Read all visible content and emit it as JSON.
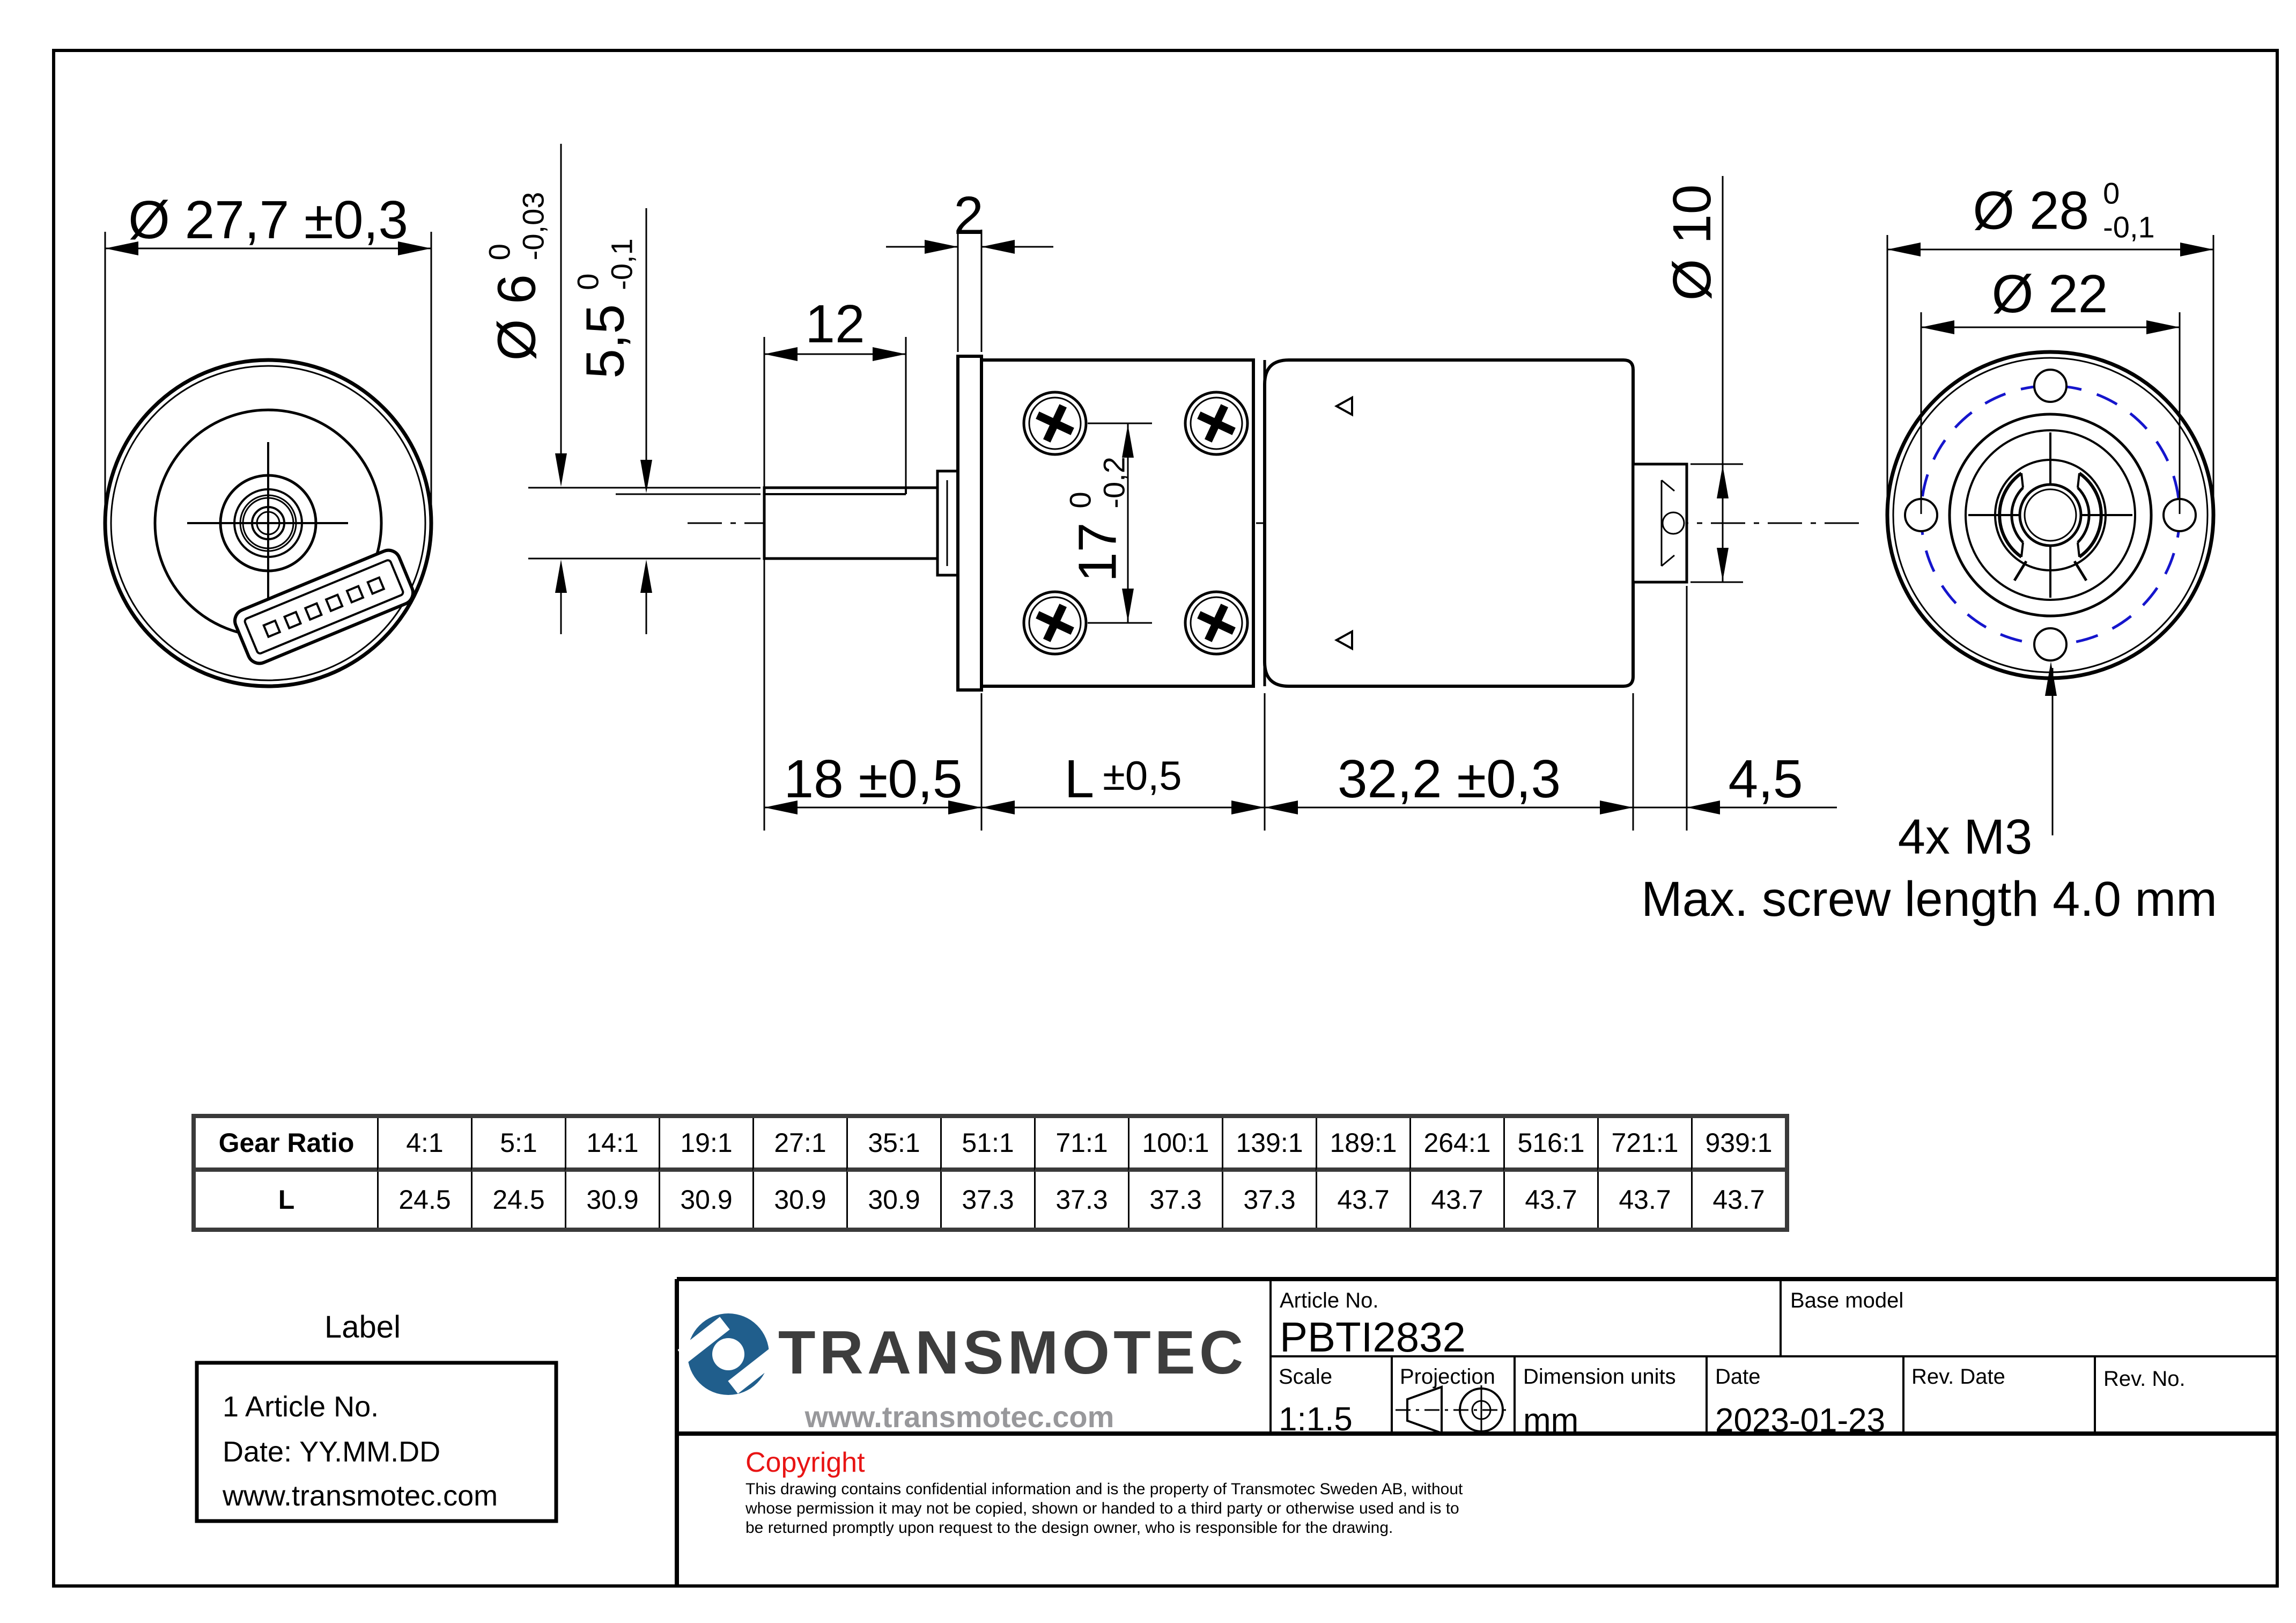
{
  "front_view": {
    "diameter": "Ø 27,7 ±0,3"
  },
  "side_view": {
    "flange_thickness": "2",
    "shaft_flat_length": "12",
    "shaft_diameter": {
      "main": "Ø 6",
      "tol_upper": "0",
      "tol_lower": "-0,03"
    },
    "shaft_flat_height": {
      "main": "5,5",
      "tol_upper": "0",
      "tol_lower": "-0,1"
    },
    "screw_spacing": {
      "main": "17",
      "tol_upper": "0",
      "tol_lower": "-0,2"
    },
    "shaft_length": "18 ±0,5",
    "gear_length": {
      "main": "L",
      "tol": "±0,5"
    },
    "motor_length": "32,2 ±0,3",
    "boss_length": "4,5",
    "boss_diameter": "Ø 10"
  },
  "rear_view": {
    "outer_diameter": {
      "main": "Ø 28",
      "tol_upper": "0",
      "tol_lower": "-0,1"
    },
    "bolt_circle_diameter": "Ø 22",
    "mount_holes": "4x M3",
    "screw_note": "Max. screw length 4.0 mm"
  },
  "gear_table": {
    "row1_header": "Gear Ratio",
    "row2_header": "L",
    "ratios": [
      "4:1",
      "5:1",
      "14:1",
      "19:1",
      "27:1",
      "35:1",
      "51:1",
      "71:1",
      "100:1",
      "139:1",
      "189:1",
      "264:1",
      "516:1",
      "721:1",
      "939:1"
    ],
    "lengths": [
      "24.5",
      "24.5",
      "30.9",
      "30.9",
      "30.9",
      "30.9",
      "37.3",
      "37.3",
      "37.3",
      "37.3",
      "43.7",
      "43.7",
      "43.7",
      "43.7",
      "43.7"
    ]
  },
  "title_block": {
    "brand": "TRANSMOTEC",
    "website": "www.transmotec.com",
    "article_label": "Article No.",
    "article_value": "PBTI2832",
    "base_model_label": "Base model",
    "scale_label": "Scale",
    "scale_value": "1:1.5",
    "projection_label": "Projection",
    "units_label": "Dimension units",
    "units_value": "mm",
    "date_label": "Date",
    "date_value": "2023-01-23",
    "rev_date_label": "Rev. Date",
    "rev_no_label": "Rev. No."
  },
  "copyright": {
    "title": "Copyright",
    "line1": "This drawing contains confidential information and is the property of Transmotec Sweden AB, without",
    "line2": "whose permission it may not be copied, shown or handed to a third party or otherwise used and is to",
    "line3": "be returned promptly upon request to the design owner, who is responsible for the drawing."
  },
  "label_box": {
    "title": "Label",
    "line1": "1 Article No.",
    "line2": "Date: YY.MM.DD",
    "line3": "www.transmotec.com"
  },
  "colors": {
    "dashed_blue": "#1515cc",
    "logo_blue": "#205e8c",
    "brand_gray": "#3d3d3d",
    "web_gray": "#98989b",
    "copyright_red": "#e81414"
  }
}
